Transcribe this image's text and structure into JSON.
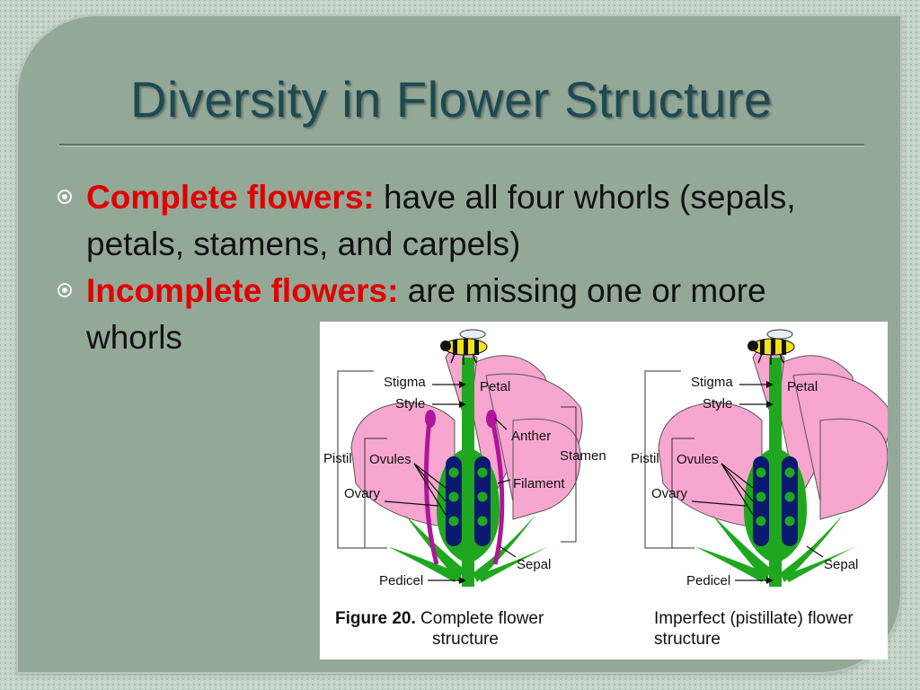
{
  "slide": {
    "title": "Diversity in Flower Structure",
    "bullets": [
      {
        "term": "Complete flowers:",
        "text": " have all four whorls (sepals, petals, stamens, and carpels)"
      },
      {
        "term": "Incomplete flowers:",
        "text": " are missing one or more whorls"
      }
    ]
  },
  "figure": {
    "left_flower": {
      "labels": {
        "stigma": "Stigma",
        "style": "Style",
        "petal": "Petal",
        "anther": "Anther",
        "stamen": "Stamen",
        "pistil": "Pistil",
        "ovules": "Ovules",
        "filament": "Filament",
        "ovary": "Ovary",
        "sepal": "Sepal",
        "pedicel": "Pedicel"
      },
      "caption_bold": "Figure 20.",
      "caption_line1": " Complete flower",
      "caption_line2": "structure"
    },
    "right_flower": {
      "labels": {
        "stigma": "Stigma",
        "style": "Style",
        "petal": "Petal",
        "pistil": "Pistil",
        "ovules": "Ovules",
        "ovary": "Ovary",
        "sepal": "Sepal",
        "pedicel": "Pedicel"
      },
      "caption_line1": "Imperfect (pistillate) flower",
      "caption_line2": "structure"
    }
  },
  "colors": {
    "title": "#1e4a52",
    "term": "#e00000",
    "petal": "#f7a6cf",
    "stem": "#1fa81f",
    "ovary_chamber": "#0b1a6e",
    "stamen": "#b0159a"
  }
}
